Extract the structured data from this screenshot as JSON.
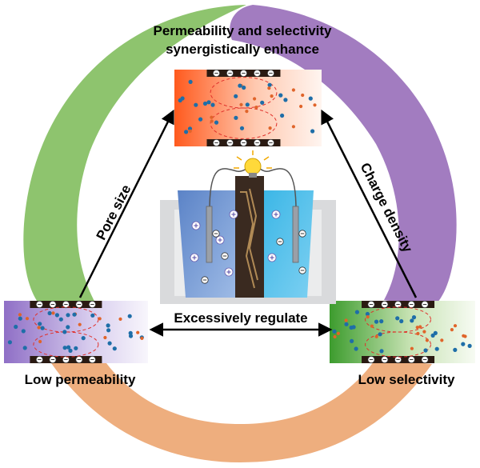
{
  "title": {
    "line1": "Permeability and selectivity",
    "line2": "synergistically enhance"
  },
  "arrows": {
    "left": "Pore size",
    "right": "Charge density",
    "bottom": "Excessively regulate"
  },
  "states": {
    "left": "Low permeability",
    "right": "Low selectivity"
  },
  "colors": {
    "ring_green": "#8ec46e",
    "ring_purple": "#a27cc0",
    "ring_orange": "#eeae7e",
    "top_gradient_start": "#ff5a1e",
    "left_gradient_start": "#8f6fc6",
    "right_gradient_start": "#3d9c2e",
    "membrane": "#2a1a12",
    "anion": "#1e6ea8",
    "cation": "#e0642a"
  },
  "icons": {
    "negative_charge": "minus-circle-icon",
    "positive_charge": "plus-circle-icon",
    "bulb": "light-bulb-icon"
  }
}
